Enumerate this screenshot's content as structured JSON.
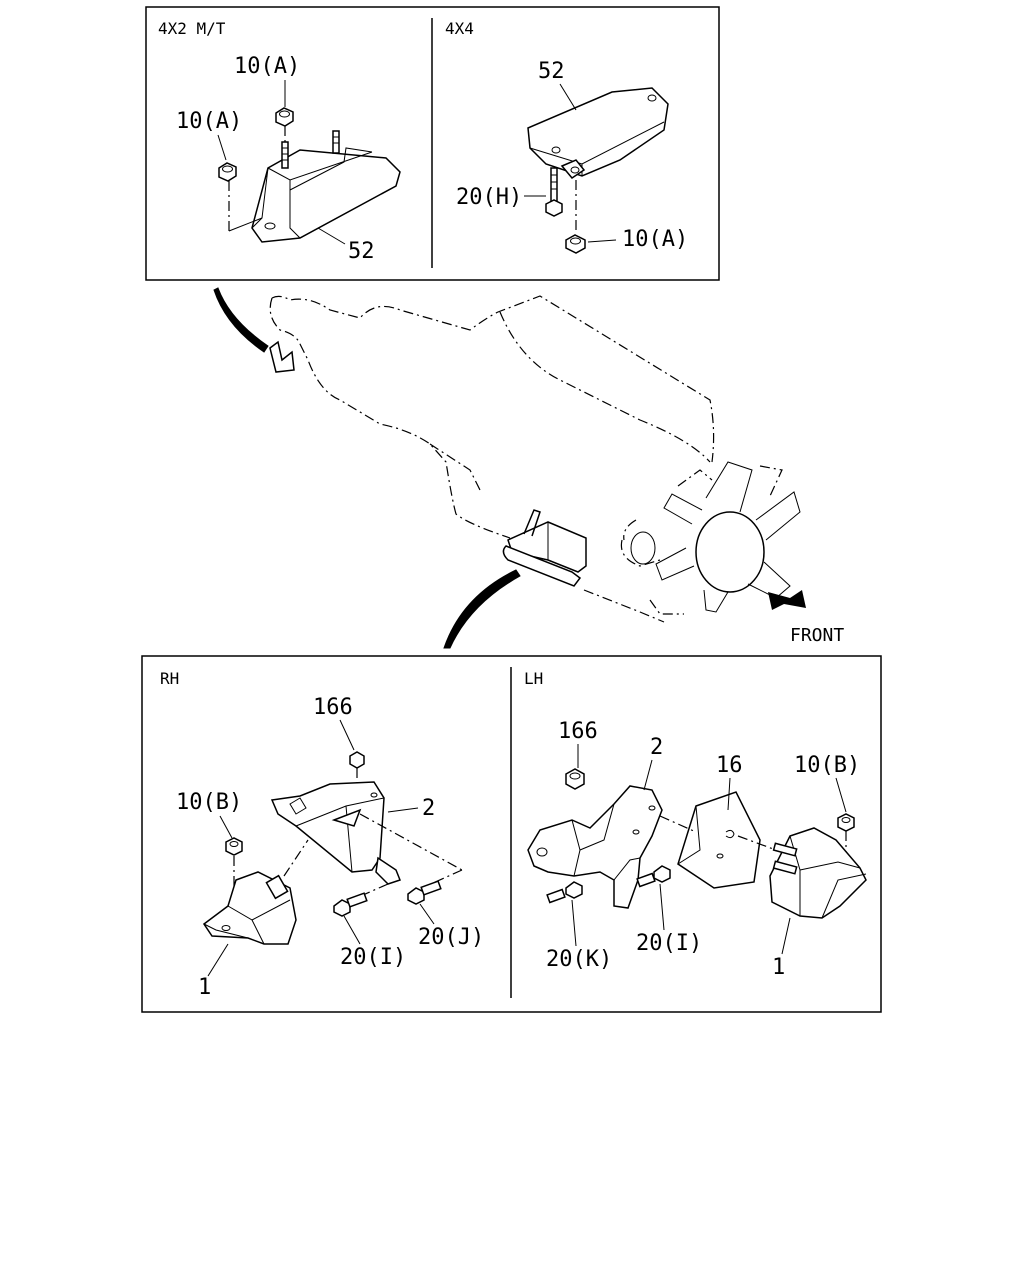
{
  "panels": {
    "top_left": {
      "title": "4X2 M/T",
      "labels": [
        "10(A)",
        "10(A)",
        "52"
      ]
    },
    "top_right": {
      "title": "4X4",
      "labels": [
        "52",
        "20(H)",
        "10(A)"
      ]
    },
    "bottom_left": {
      "title": "RH",
      "labels": [
        "166",
        "10(B)",
        "2",
        "20(I)",
        "20(J)",
        "1"
      ]
    },
    "bottom_right": {
      "title": "LH",
      "labels": [
        "166",
        "2",
        "16",
        "10(B)",
        "20(K)",
        "20(I)",
        "1"
      ]
    }
  },
  "direction_label": "FRONT"
}
